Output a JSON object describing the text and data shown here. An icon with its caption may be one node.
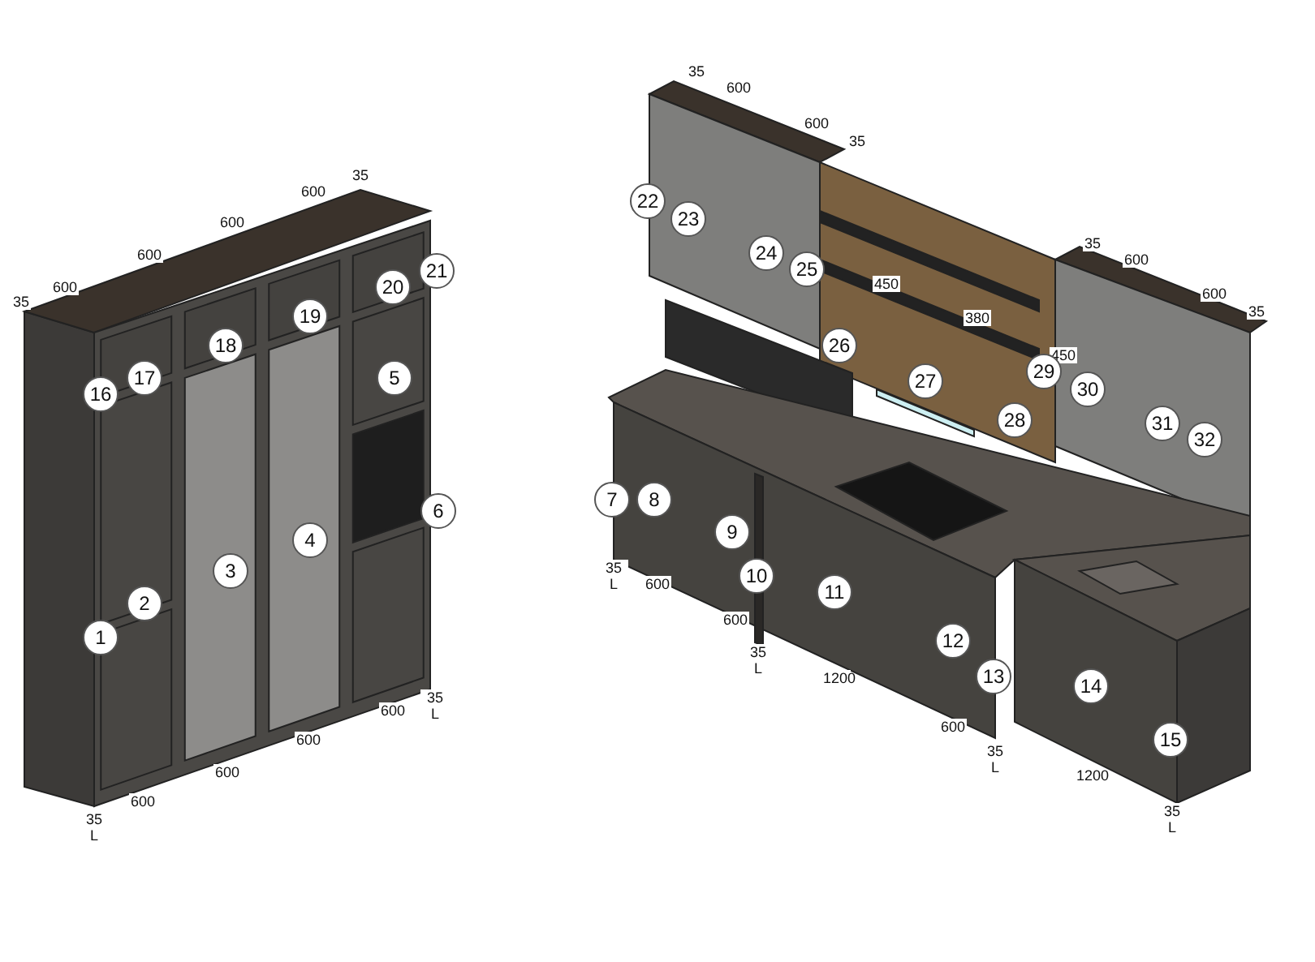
{
  "diagram": {
    "labels": [
      "35",
      "600",
      "600",
      "600",
      "600",
      "35",
      "22",
      "35",
      "600",
      "23",
      "600",
      "24",
      "35",
      "25",
      "380",
      "450",
      "35",
      "600",
      "600",
      "35",
      "450",
      "21",
      "20",
      "19",
      "18",
      "26",
      "27",
      "17",
      "5",
      "16",
      "29",
      "30",
      "31",
      "28",
      "32",
      "6",
      "7",
      "8",
      "4",
      "9",
      "3",
      "10",
      "2",
      "11",
      "35 L",
      "600",
      "1",
      "600",
      "35 L",
      "12",
      "13",
      "14",
      "1200",
      "35 L",
      "600",
      "600",
      "600",
      "600",
      "35 L",
      "600",
      "35 L",
      "15",
      "1200",
      "35 L"
    ]
  }
}
